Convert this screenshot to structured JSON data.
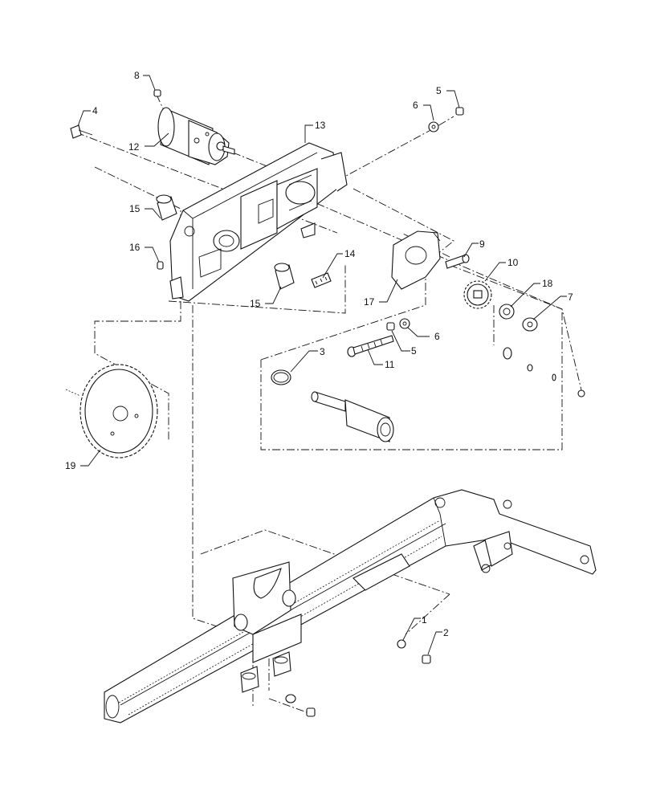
{
  "diagram": {
    "callouts": [
      {
        "id": "c1",
        "text": "1"
      },
      {
        "id": "c2",
        "text": "2"
      },
      {
        "id": "c3",
        "text": "3"
      },
      {
        "id": "c4",
        "text": "4"
      },
      {
        "id": "c5a",
        "text": "5"
      },
      {
        "id": "c5b",
        "text": "5"
      },
      {
        "id": "c6a",
        "text": "6"
      },
      {
        "id": "c6b",
        "text": "6"
      },
      {
        "id": "c7",
        "text": "7"
      },
      {
        "id": "c8",
        "text": "8"
      },
      {
        "id": "c9",
        "text": "9"
      },
      {
        "id": "c10",
        "text": "10"
      },
      {
        "id": "c11",
        "text": "11"
      },
      {
        "id": "c12",
        "text": "12"
      },
      {
        "id": "c13",
        "text": "13"
      },
      {
        "id": "c14",
        "text": "14"
      },
      {
        "id": "c15a",
        "text": "15"
      },
      {
        "id": "c15b",
        "text": "15"
      },
      {
        "id": "c16",
        "text": "16"
      },
      {
        "id": "c17",
        "text": "17"
      },
      {
        "id": "c18",
        "text": "18"
      },
      {
        "id": "c19",
        "text": "19"
      }
    ]
  }
}
